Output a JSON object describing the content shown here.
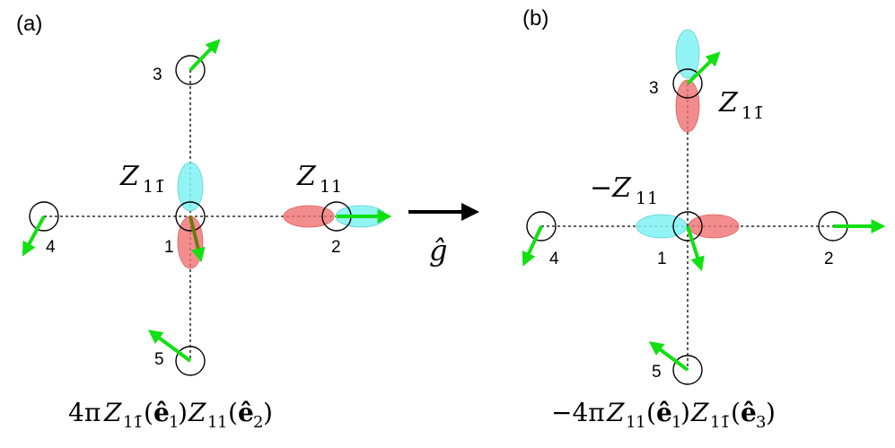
{
  "panels": {
    "a": {
      "label": "(a)",
      "site_labels": [
        "1",
        "2",
        "3",
        "4",
        "5"
      ],
      "orbital_labels": {
        "z_one_onebar": "Z",
        "z_one_one": "Z"
      },
      "formula_parts": {
        "coeff": "4π",
        "Z": "Z",
        "sub_a": "1",
        "sub_bar": "1̄",
        "e": "ê",
        "e1_sub": "1",
        "e2_sub": "2"
      }
    },
    "b": {
      "label": "(b)",
      "site_labels": [
        "1",
        "2",
        "3",
        "4",
        "5"
      ],
      "orbital_labels": {
        "minus_z_one_one": "−Z",
        "z_one_onebar": "Z"
      },
      "formula_parts": {
        "coeff": "−4π",
        "Z": "Z",
        "e": "ê",
        "e1_sub": "1",
        "e3_sub": "3"
      }
    }
  },
  "operator": {
    "symbol": "ĝ"
  },
  "colors": {
    "cyan_lobe": "#7ff2f2",
    "red_lobe": "#f07070",
    "spin_arrow": "#11e011"
  }
}
